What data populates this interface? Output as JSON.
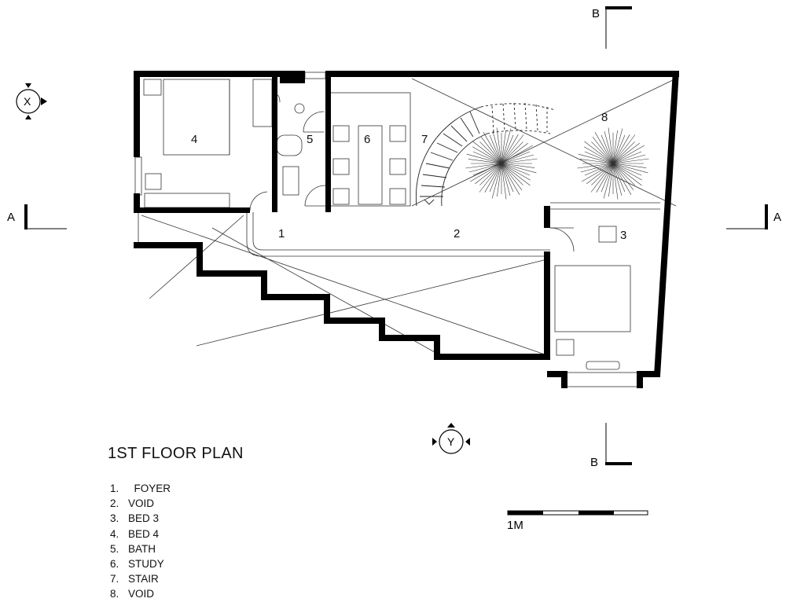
{
  "title": "1ST FLOOR PLAN",
  "room_numbers": {
    "foyer": "1",
    "void_corridor": "2",
    "bed3": "3",
    "bed4": "4",
    "bath": "5",
    "study": "6",
    "stair": "7",
    "void_garden": "8"
  },
  "legend": [
    {
      "num": "1.",
      "label": "FOYER"
    },
    {
      "num": "2.",
      "label": "VOID"
    },
    {
      "num": "3.",
      "label": "BED 3"
    },
    {
      "num": "4.",
      "label": "BED 4"
    },
    {
      "num": "5.",
      "label": "BATH"
    },
    {
      "num": "6.",
      "label": "STUDY"
    },
    {
      "num": "7.",
      "label": "STAIR"
    },
    {
      "num": "8.",
      "label": "VOID"
    }
  ],
  "section_markers": {
    "a": "A",
    "b": "B"
  },
  "axis_markers": {
    "x": "X",
    "y": "Y"
  },
  "scale_label": "1M"
}
